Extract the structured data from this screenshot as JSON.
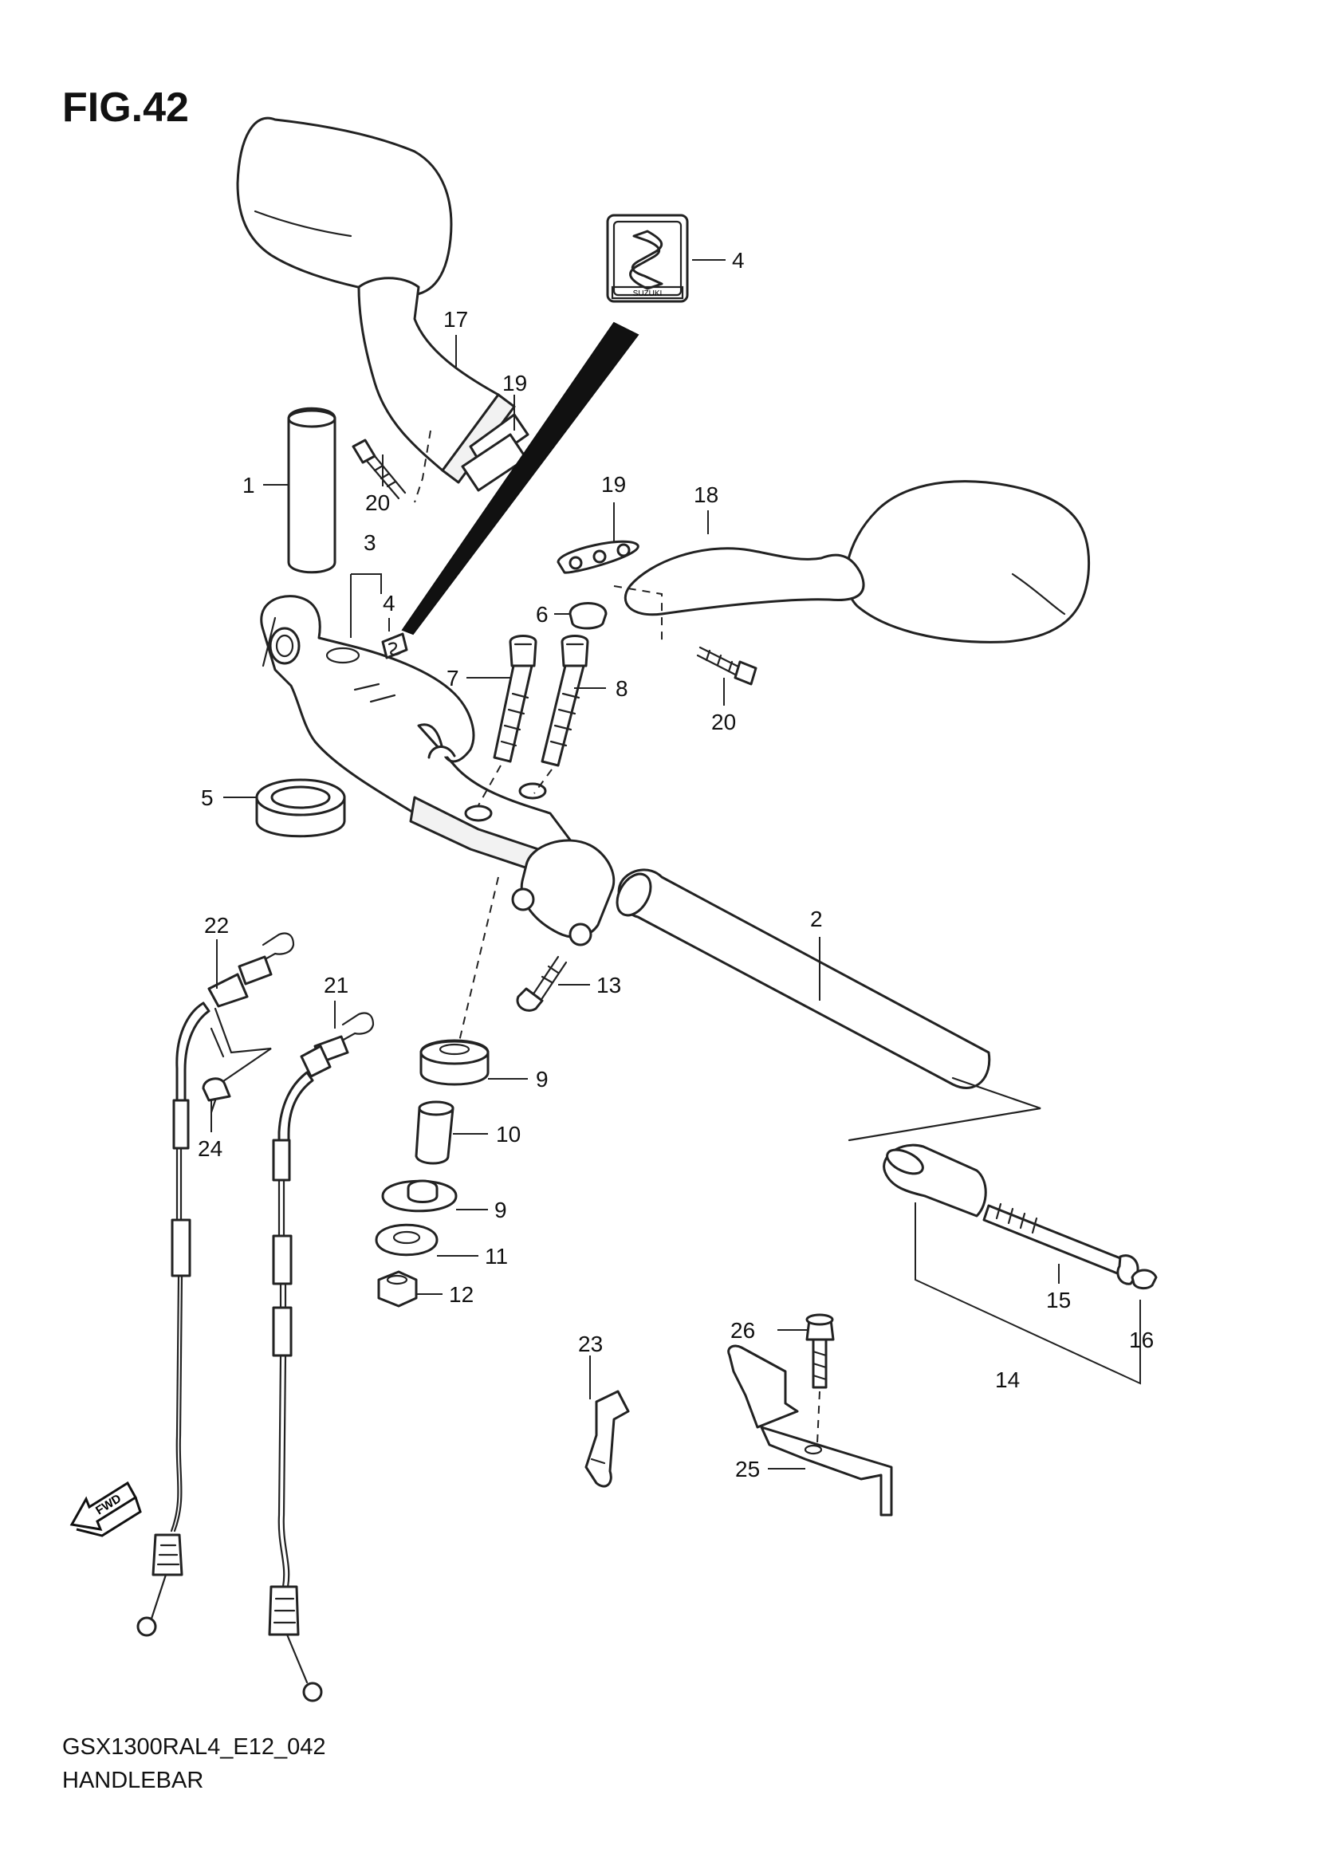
{
  "figure_title": "FIG.42",
  "footer": {
    "model_code": "GSX1300RAL4_E12_042",
    "section_name": "HANDLEBAR"
  },
  "logo_text": "SUZUKI",
  "fwd_label": "FWD",
  "callouts": [
    {
      "id": "c1",
      "label": "1"
    },
    {
      "id": "c2",
      "label": "2"
    },
    {
      "id": "c3",
      "label": "3"
    },
    {
      "id": "c4a",
      "label": "4"
    },
    {
      "id": "c4b",
      "label": "4"
    },
    {
      "id": "c5",
      "label": "5"
    },
    {
      "id": "c6",
      "label": "6"
    },
    {
      "id": "c7",
      "label": "7"
    },
    {
      "id": "c8",
      "label": "8"
    },
    {
      "id": "c9a",
      "label": "9"
    },
    {
      "id": "c9b",
      "label": "9"
    },
    {
      "id": "c10",
      "label": "10"
    },
    {
      "id": "c11",
      "label": "11"
    },
    {
      "id": "c12",
      "label": "12"
    },
    {
      "id": "c13",
      "label": "13"
    },
    {
      "id": "c14",
      "label": "14"
    },
    {
      "id": "c15",
      "label": "15"
    },
    {
      "id": "c16",
      "label": "16"
    },
    {
      "id": "c17",
      "label": "17"
    },
    {
      "id": "c18",
      "label": "18"
    },
    {
      "id": "c19a",
      "label": "19"
    },
    {
      "id": "c19b",
      "label": "19"
    },
    {
      "id": "c20a",
      "label": "20"
    },
    {
      "id": "c20b",
      "label": "20"
    },
    {
      "id": "c21",
      "label": "21"
    },
    {
      "id": "c22",
      "label": "22"
    },
    {
      "id": "c23",
      "label": "23"
    },
    {
      "id": "c24",
      "label": "24"
    },
    {
      "id": "c25",
      "label": "25"
    },
    {
      "id": "c26",
      "label": "26"
    }
  ]
}
